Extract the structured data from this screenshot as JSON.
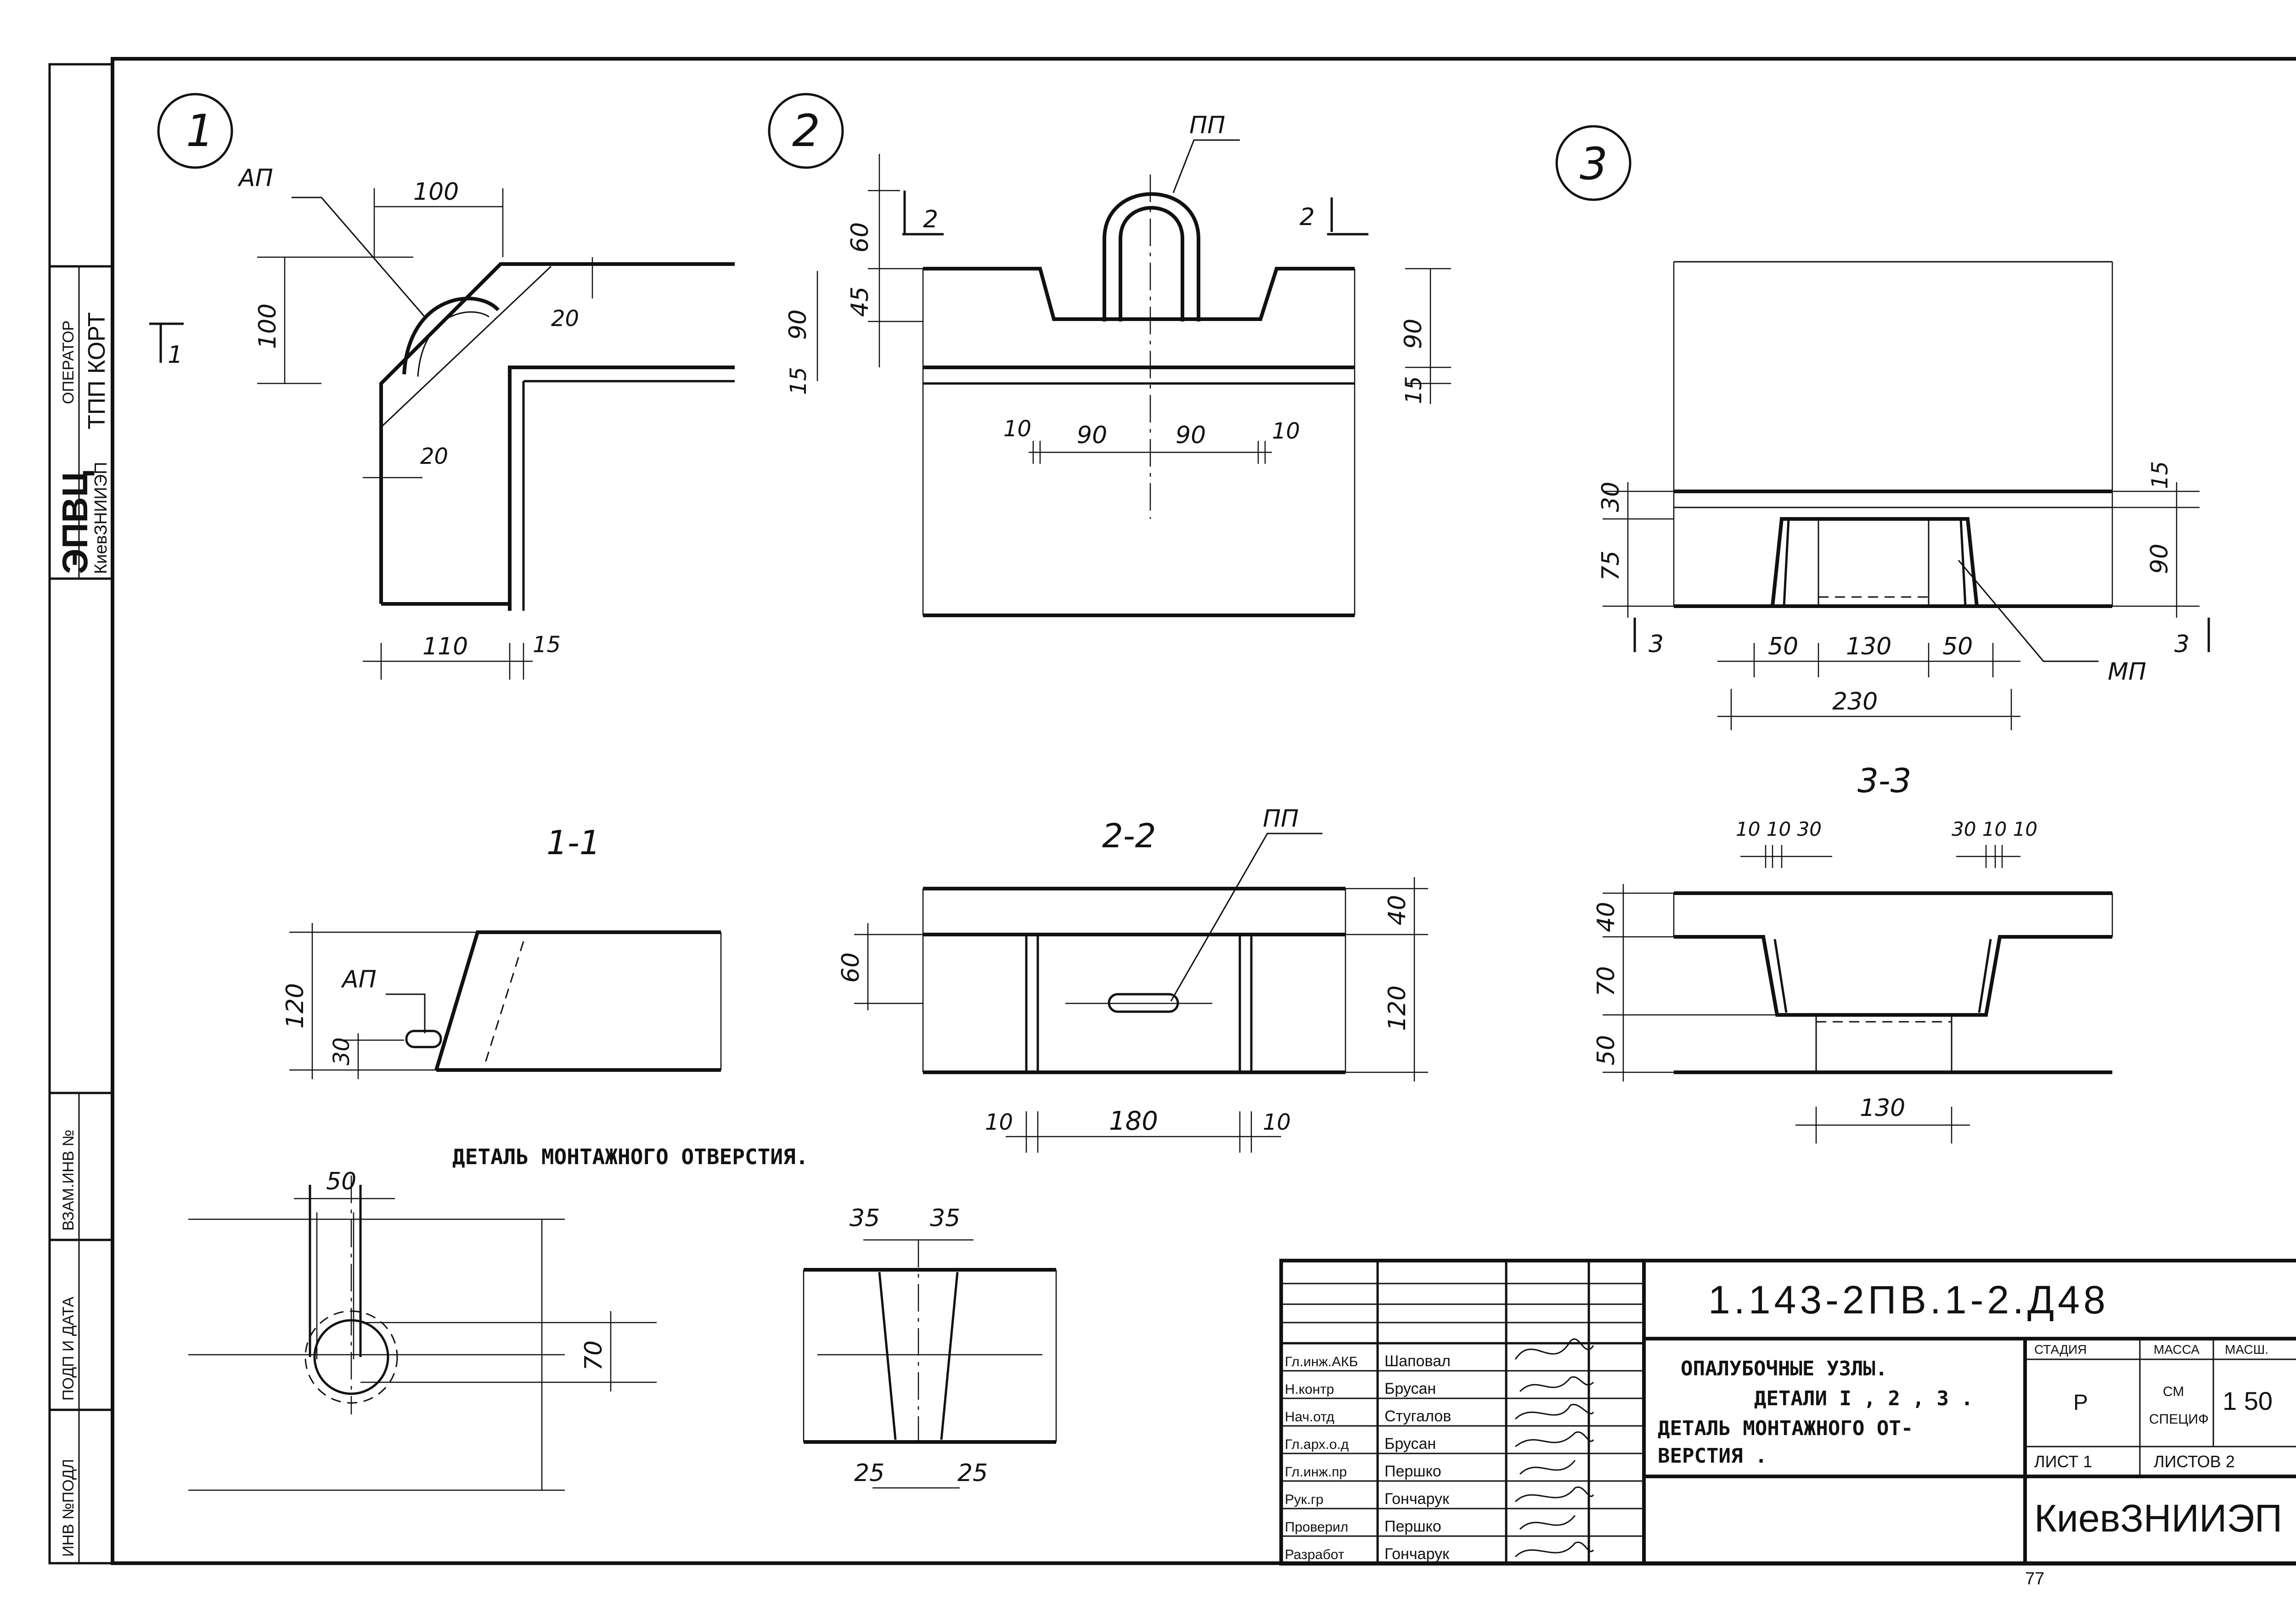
{
  "views": {
    "v1": "1",
    "v2": "2",
    "v3": "3",
    "s11": "1-1",
    "s22": "2-2",
    "s33": "3-3"
  },
  "marks": {
    "ap": "АП",
    "pp": "ПП",
    "mp": "МП",
    "cut1": "1",
    "cut2": "2",
    "cut3": "3"
  },
  "dims": {
    "d1_100a": "100",
    "d1_100b": "100",
    "d1_20a": "20",
    "d1_20b": "20",
    "d1_110": "110",
    "d1_15": "15",
    "d2_60": "60",
    "d2_45": "45",
    "d2_90a": "90",
    "d2_15a": "15",
    "d2_90b": "90",
    "d2_15b": "15",
    "d2_10a": "10",
    "d2_90c": "90",
    "d2_90d": "90",
    "d2_10b": "10",
    "d3_30": "30",
    "d3_75": "75",
    "d3_15": "15",
    "d3_90": "90",
    "d3_50a": "50",
    "d3_130": "130",
    "d3_50b": "50",
    "d3_230": "230",
    "s11_120": "120",
    "s11_30": "30",
    "s22_60": "60",
    "s22_40": "40",
    "s22_120": "120",
    "s22_10a": "10",
    "s22_180": "180",
    "s22_10b": "10",
    "s33_101030": "10 10 30",
    "s33_301010": "30 10 10",
    "s33_40": "40",
    "s33_70": "70",
    "s33_50": "50",
    "s33_130": "130",
    "det_50": "50",
    "det_70": "70",
    "det_35a": "35",
    "det_35b": "35",
    "det_25a": "25",
    "det_25b": "25"
  },
  "detail_title": "ДЕТАЛЬ МОНТАЖНОГО ОТВЕРСТИЯ.",
  "side_stamp": {
    "org": "ЭПВЦ",
    "org_sub": "КиевЗНИИЭП",
    "operator_label": "ОПЕРАТОР",
    "operator_value": "ТПП КОРТ",
    "field1": "ВЗАМ.ИНВ №",
    "field2": "ПОДП И ДАТА",
    "field3": "ИНВ №ПОДЛ"
  },
  "title_block": {
    "code": "1.143-2ПВ.1-2.Д48",
    "name_lines": [
      "ОПАЛУБОЧНЫЕ УЗЛЫ.",
      "ДЕТАЛИ I , 2 , 3 .",
      "ДЕТАЛЬ МОНТАЖНОГО ОТ-",
      "ВЕРСТИЯ ."
    ],
    "stage_label": "СТАДИЯ",
    "mass_label": "МАССА",
    "scale_label": "МАСШ.",
    "stage": "Р",
    "mass_line1": "СМ",
    "mass_line2": "СПЕЦИФ",
    "scale": "1 50",
    "sheet_label": "ЛИСТ 1",
    "sheets_label": "ЛИСТОВ 2",
    "organization": "КиевЗНИИЭП",
    "page_number": "77",
    "signers": [
      {
        "role": "Гл.инж.АКБ",
        "name": "Шаповал"
      },
      {
        "role": "Н.контр",
        "name": "Брусан"
      },
      {
        "role": "Нач.отд",
        "name": "Стугалов"
      },
      {
        "role": "Гл.арх.о.д",
        "name": "Брусан"
      },
      {
        "role": "Гл.инж.пр",
        "name": "Першко"
      },
      {
        "role": "Рук.гр",
        "name": "Гончарук"
      },
      {
        "role": "Проверил",
        "name": "Першко"
      },
      {
        "role": "Разработ",
        "name": "Гончарук"
      }
    ]
  }
}
